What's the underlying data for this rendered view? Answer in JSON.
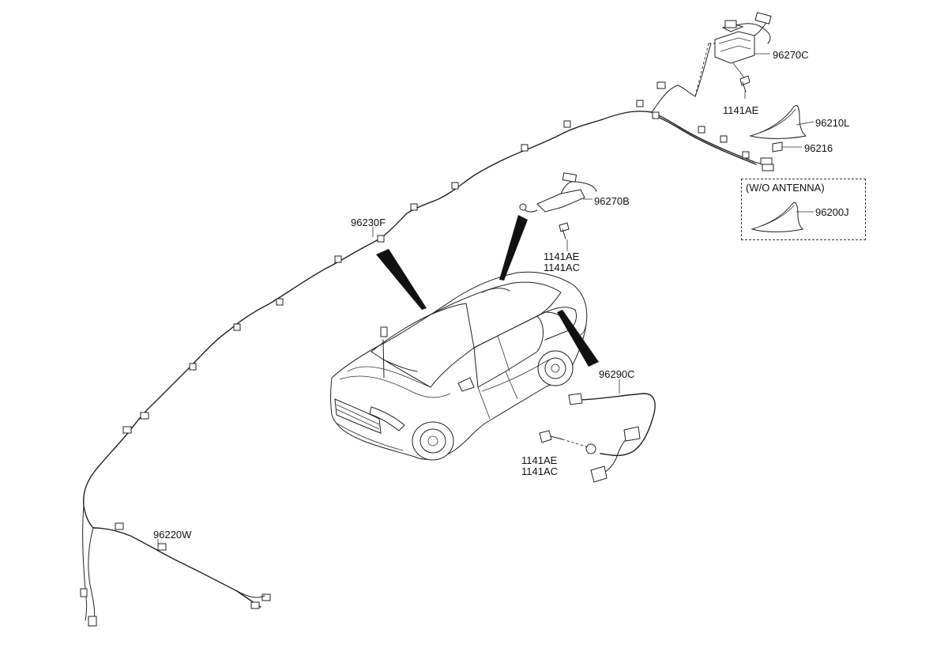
{
  "parts": {
    "p96270C": "96270C",
    "p1141AE_top": "1141AE",
    "p96210L": "96210L",
    "p96216": "96216",
    "p96200J": "96200J",
    "wo_antenna": "(W/O ANTENNA)",
    "p96270B": "96270B",
    "p1141AE_mid": "1141AE",
    "p1141AC_mid": "1141AC",
    "p96230F": "96230F",
    "p96290C": "96290C",
    "p1141AE_low": "1141AE",
    "p1141AC_low": "1141AC",
    "p96220W": "96220W"
  }
}
